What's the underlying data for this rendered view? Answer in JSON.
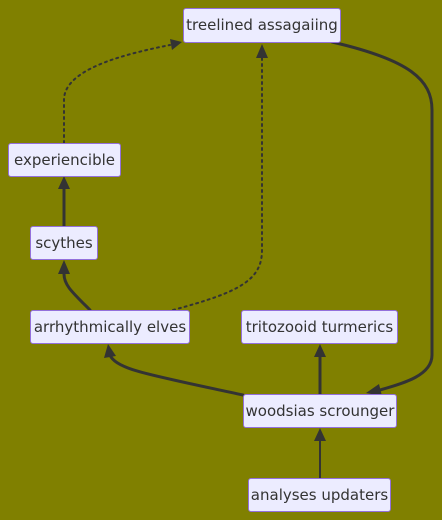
{
  "nodes": {
    "treelined_assagaiing": "treelined assagaiing",
    "experiencible": "experiencible",
    "scythes": "scythes",
    "arrhythmically_elves": "arrhythmically elves",
    "tritozooid_turmerics": "tritozooid turmerics",
    "woodsias_scrounger": "woodsias scrounger",
    "analyses_updaters": "analyses updaters"
  },
  "edges": [
    {
      "from": "experiencible",
      "to": "treelined_assagaiing",
      "style": "dotted"
    },
    {
      "from": "arrhythmically_elves",
      "to": "treelined_assagaiing",
      "style": "dotted"
    },
    {
      "from": "scythes",
      "to": "experiencible",
      "style": "solid"
    },
    {
      "from": "arrhythmically_elves",
      "to": "scythes",
      "style": "solid"
    },
    {
      "from": "treelined_assagaiing",
      "to": "woodsias_scrounger",
      "style": "solid"
    },
    {
      "from": "woodsias_scrounger",
      "to": "arrhythmically_elves",
      "style": "solid"
    },
    {
      "from": "woodsias_scrounger",
      "to": "tritozooid_turmerics",
      "style": "solid"
    },
    {
      "from": "analyses_updaters",
      "to": "woodsias_scrounger",
      "style": "solid"
    }
  ],
  "colors": {
    "background": "#808000",
    "node_fill": "#ECECFF",
    "node_border": "#9370DB",
    "text": "#333333",
    "edge": "#333333"
  }
}
